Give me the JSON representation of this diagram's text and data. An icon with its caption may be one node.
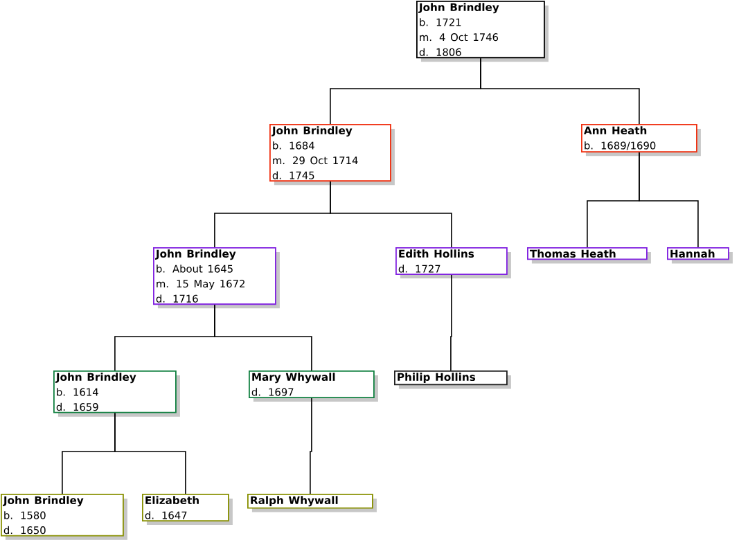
{
  "diagram": {
    "nodes": [
      {
        "text": [
          "John Brindley",
          "b. 1721",
          "m. 4 Oct 1746",
          "d. 1806"
        ]
      },
      {
        "text": [
          "John Brindley",
          "b. 1684",
          "m. 29 Oct 1714",
          "d. 1745"
        ]
      },
      {
        "text": [
          "Ann Heath",
          "b. 1689/1690"
        ]
      },
      {
        "text": [
          "John Brindley",
          "b. About 1645",
          "m. 15 May 1672",
          "d. 1716"
        ]
      },
      {
        "text": [
          "Edith Hollins",
          "d. 1727"
        ]
      },
      {
        "text": [
          "Thomas Heath"
        ]
      },
      {
        "text": [
          "Hannah"
        ]
      },
      {
        "text": [
          "John Brindley",
          "b. 1614",
          "d. 1659"
        ]
      },
      {
        "text": [
          "Mary Whywall",
          "d. 1697"
        ]
      },
      {
        "text": [
          "Philip Hollins"
        ]
      },
      {
        "text": [
          "John Brindley",
          "b. 1580",
          "d. 1650"
        ]
      },
      {
        "text": [
          "Elizabeth",
          "d. 1647"
        ]
      },
      {
        "text": [
          "Ralph Whywall"
        ]
      }
    ],
    "edges": [
      {
        "from": 0,
        "to": 1,
        "arrow": "none"
      },
      {
        "from": 0,
        "to": 2,
        "arrow": "none"
      },
      {
        "from": 1,
        "to": 3,
        "arrow": "none"
      },
      {
        "from": 1,
        "to": 4,
        "arrow": "none"
      },
      {
        "from": 2,
        "to": 5,
        "arrow": "none"
      },
      {
        "from": 2,
        "to": 6,
        "arrow": "none"
      },
      {
        "from": 3,
        "to": 7,
        "arrow": "none"
      },
      {
        "from": 3,
        "to": 8,
        "arrow": "none"
      },
      {
        "from": 4,
        "to": 9,
        "arrow": "none"
      },
      {
        "from": 7,
        "to": 10,
        "arrow": "none"
      },
      {
        "from": 7,
        "to": 11,
        "arrow": "none"
      },
      {
        "from": 8,
        "to": 12,
        "arrow": "none"
      }
    ]
  }
}
